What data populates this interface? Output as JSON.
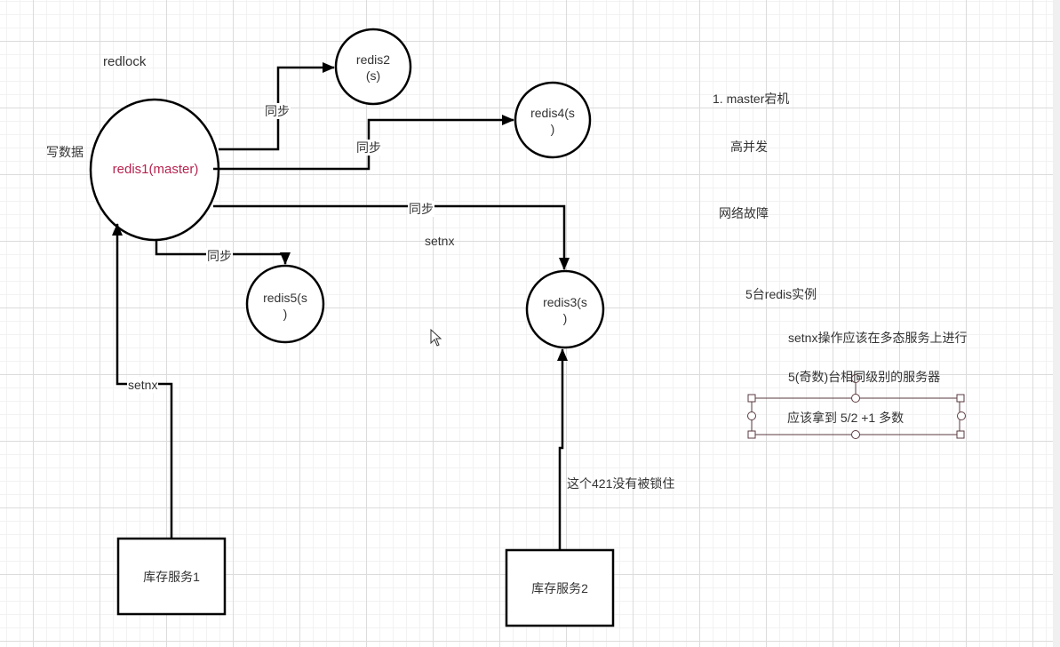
{
  "diagram": {
    "title": "redlock",
    "write_label": "写数据",
    "colors": {
      "stroke": "#000000",
      "master_text": "#b8234f",
      "text": "#333333",
      "selection": "#5a3a3f"
    },
    "nodes": {
      "redis1": {
        "label": "redis1(master)"
      },
      "redis2": {
        "label_line1": "redis2",
        "label_line2": "(s)"
      },
      "redis3": {
        "label_line1": "redis3(s",
        "label_line2": ")"
      },
      "redis4": {
        "label_line1": "redis4(s",
        "label_line2": ")"
      },
      "redis5": {
        "label_line1": "redis5(s",
        "label_line2": ")"
      },
      "service1": {
        "label": "库存服务1"
      },
      "service2": {
        "label": "库存服务2"
      }
    },
    "edges": {
      "to_redis2": "同步",
      "to_redis4": "同步",
      "to_redis3": "同步",
      "to_redis5": "同步",
      "service1_to_redis1": "setnx",
      "floating_setnx": "setnx",
      "service2_note": "这个421没有被锁住"
    },
    "notes": [
      "1. master宕机",
      "高并发",
      "网络故障",
      "5台redis实例",
      "setnx操作应该在多态服务上进行",
      "5(奇数)台相同级别的服务器"
    ],
    "selected_note": "应该拿到 5/2 +1 多数"
  }
}
